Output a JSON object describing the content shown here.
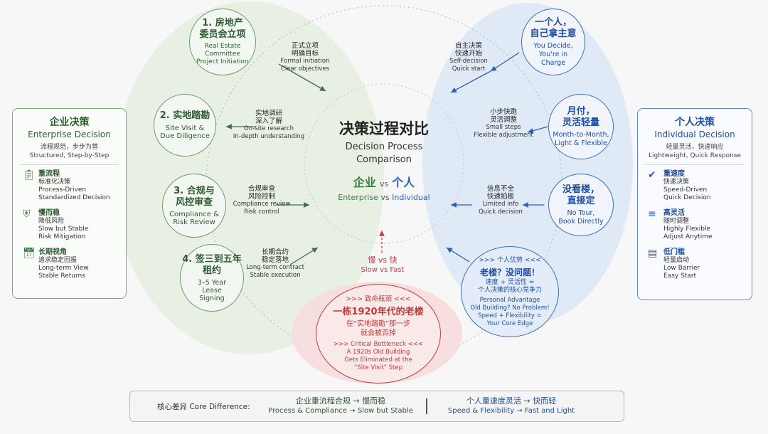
{
  "left_panel": {
    "title_zh": "企业决策",
    "title_en": "Enterprise Decision",
    "sub_zh": "流程规范，步步为营",
    "sub_en": "Structured, Step-by-Step",
    "items": [
      {
        "icon": "clipboard-icon",
        "h": "重流程",
        "l1": "标准化决策",
        "l2": "Process-Driven",
        "l3": "Standardized Decision"
      },
      {
        "icon": "shield-check-icon",
        "h": "慢而稳",
        "l1": "降低风险",
        "l2": "Slow but Stable",
        "l3": "Risk Mitigation"
      },
      {
        "icon": "calendar-icon",
        "h": "长期视角",
        "l1": "追求稳定回报",
        "l2": "Long-term View",
        "l3": "Stable Returns"
      }
    ]
  },
  "right_panel": {
    "title_zh": "个人决策",
    "title_en": "Individual Decision",
    "sub_zh": "轻量灵活，快速响应",
    "sub_en": "Lightweight, Quick Response",
    "items": [
      {
        "icon": "check-circle-icon",
        "h": "重速度",
        "l1": "快速决策",
        "l2": "Speed-Driven",
        "l3": "Quick Decision"
      },
      {
        "icon": "sliders-icon",
        "h": "高灵活",
        "l1": "随时调整",
        "l2": "Highly Flexible",
        "l3": "Adjust Anytime"
      },
      {
        "icon": "layers-icon",
        "h": "低门槛",
        "l1": "轻量启动",
        "l2": "Low Barrier",
        "l3": "Easy Start"
      }
    ]
  },
  "center": {
    "title_zh": "决策过程对比",
    "title_en1": "Decision Process",
    "title_en2": "Comparison",
    "ent_zh": "企业",
    "vs": "vs",
    "ind_zh": "个人",
    "ent_en": "Enterprise",
    "ind_en": "Individual"
  },
  "enterprise_steps": [
    {
      "t1": "1. 房地产",
      "t2": "委员会立项",
      "s1": "Real Estate",
      "s2": "Committee",
      "s3": "Project Initiation"
    },
    {
      "t1": "2. 实地踏勘",
      "s1": "Site Visit &",
      "s2": "Due Diligence"
    },
    {
      "t1": "3. 合规与",
      "t2": "风控审查",
      "s1": "Compliance &",
      "s2": "Risk Review"
    },
    {
      "t1": "4. 签三到五年",
      "t2": "租约",
      "s1": "3–5 Year",
      "s2": "Lease",
      "s3": "Signing"
    }
  ],
  "enterprise_notes": [
    {
      "z1": "正式立项",
      "z2": "明确目标",
      "e1": "Formal initiation",
      "e2": "Clear objectives"
    },
    {
      "z1": "实地调研",
      "z2": "深入了解",
      "e1": "On-site research",
      "e2": "In-depth understanding"
    },
    {
      "z1": "合规审查",
      "z2": "风险控制",
      "e1": "Compliance review",
      "e2": "Risk control"
    },
    {
      "z1": "长期合约",
      "z2": "稳定落地",
      "e1": "Long-term contract",
      "e2": "Stable execution"
    }
  ],
  "individual_steps": [
    {
      "t1": "一个人，",
      "t2": "自己拿主意",
      "s1": "You Decide,",
      "s2": "You're in",
      "s3": "Charge"
    },
    {
      "t1": "月付，",
      "t2": "灵活轻量",
      "s1": "Month-to-Month,",
      "s2": "Light & Flexible"
    },
    {
      "t1": "没看楼，",
      "t2": "直接定",
      "s1": "No Tour,",
      "s2": "Book Directly"
    }
  ],
  "individual_notes": [
    {
      "z1": "自主决策",
      "z2": "快速开始",
      "e1": "Self-decision",
      "e2": "Quick start"
    },
    {
      "z1": "小步快跑",
      "z2": "灵活调整",
      "e1": "Small steps",
      "e2": "Flexible adjustment"
    },
    {
      "z1": "信息不全",
      "z2": "快速拍板",
      "e1": "Limited info",
      "e2": "Quick decision"
    }
  ],
  "advantage": {
    "header": ">>> 个人优势 <<<",
    "title": "老楼？没问题！",
    "l1": "速度 + 灵活性 =",
    "l2": "个人决策的核心竞争力",
    "e1": "Personal Advantage",
    "e2": "Old Building? No Problem!",
    "e3": "Speed + Flexibility =",
    "e4": "Your Core Edge"
  },
  "bottleneck": {
    "header": ">>> 致命瓶颈 <<<",
    "title": "一栋1920年代的老楼",
    "l1": "在“实地踏勘”那一步",
    "l2": "就会被否掉",
    "en_header": ">>> Critical Bottleneck <<<",
    "e1": "A 1920s Old Building",
    "e2": "Gets Eliminated at the",
    "e3": "“Site Visit” Step"
  },
  "slow_fast": {
    "zh": "慢 vs 快",
    "en": "Slow vs Fast"
  },
  "bottom": {
    "label": "核心差异 Core Difference:",
    "left_zh": "企业重流程合规 → 慢而稳",
    "left_en": "Process & Compliance → Slow but Stable",
    "right_zh": "个人重速度灵活 → 快而轻",
    "right_en": "Speed & Flexibility → Fast and Light"
  },
  "colors": {
    "green": "#3d7a42",
    "blue": "#2d5fb5",
    "red": "#c23a3a"
  }
}
